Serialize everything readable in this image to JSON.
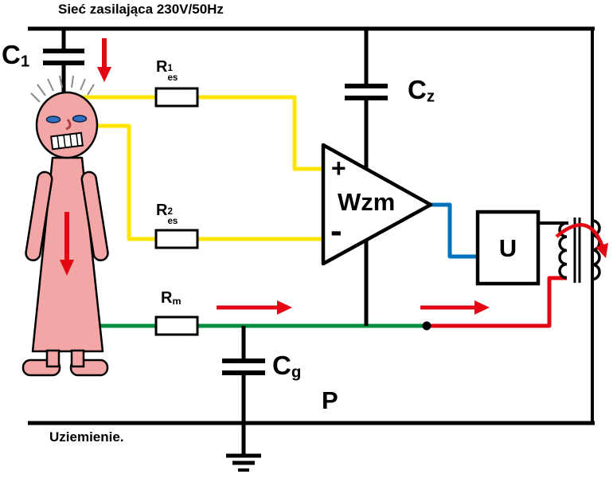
{
  "diagram": {
    "power_line_label": "Sieć zasilająca 230V/50Hz",
    "ground_line_label": "Uziemienie.",
    "components": {
      "c1": {
        "symbol": "C",
        "sub": "1"
      },
      "r1es": {
        "symbol": "R",
        "sup": "1",
        "sub": "es"
      },
      "r2es": {
        "symbol": "R",
        "sup": "2",
        "sub": "es"
      },
      "cz": {
        "symbol": "C",
        "sub": "z"
      },
      "amplifier": {
        "plus_input": "+",
        "label": "Wzm",
        "minus_input": "-"
      },
      "u_block": {
        "label": "U"
      },
      "rm": {
        "symbol": "R",
        "sub": "m"
      },
      "cg": {
        "symbol": "C",
        "sub": "g"
      },
      "ground_point": {
        "label": "P"
      }
    },
    "colors": {
      "wire_yellow": "#FFE500",
      "wire_green": "#008F3C",
      "wire_blue": "#0073BE",
      "arrow_red": "#E30613",
      "skin_pink": "#F2A6A6",
      "eye_blue": "#2F6FC4",
      "hair_gray": "#8A8A8A",
      "nose_red": "#B23B3B"
    }
  }
}
